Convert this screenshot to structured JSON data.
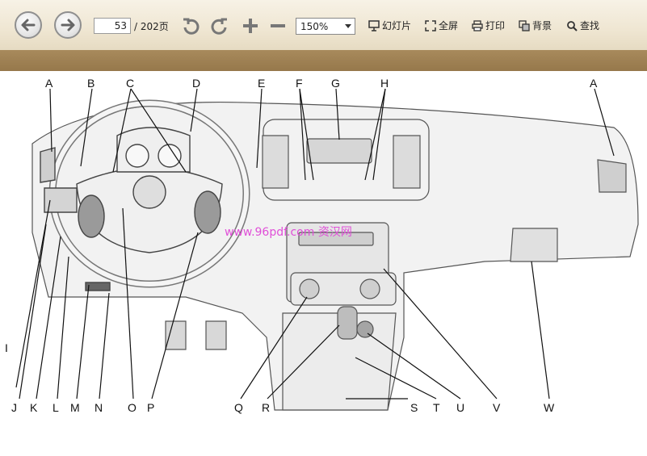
{
  "toolbar": {
    "page_current": "53",
    "page_total": "/ 202页",
    "zoom": "150%",
    "tools": [
      "幻灯片",
      "全屏",
      "打印",
      "背景",
      "查找"
    ]
  },
  "diagram": {
    "top_labels": [
      "A",
      "B",
      "C",
      "D",
      "E",
      "F",
      "G",
      "H",
      "A"
    ],
    "left_label": "I",
    "bottom_labels": [
      "J",
      "K",
      "L",
      "M",
      "N",
      "O",
      "P",
      "Q",
      "R",
      "S",
      "T",
      "U",
      "V",
      "W"
    ],
    "watermark": "www.96pdf.com 资汉网"
  },
  "colors": {
    "toolbar": "#efe6d2",
    "band": "#a0835a",
    "watermark": "#e04fd8"
  }
}
